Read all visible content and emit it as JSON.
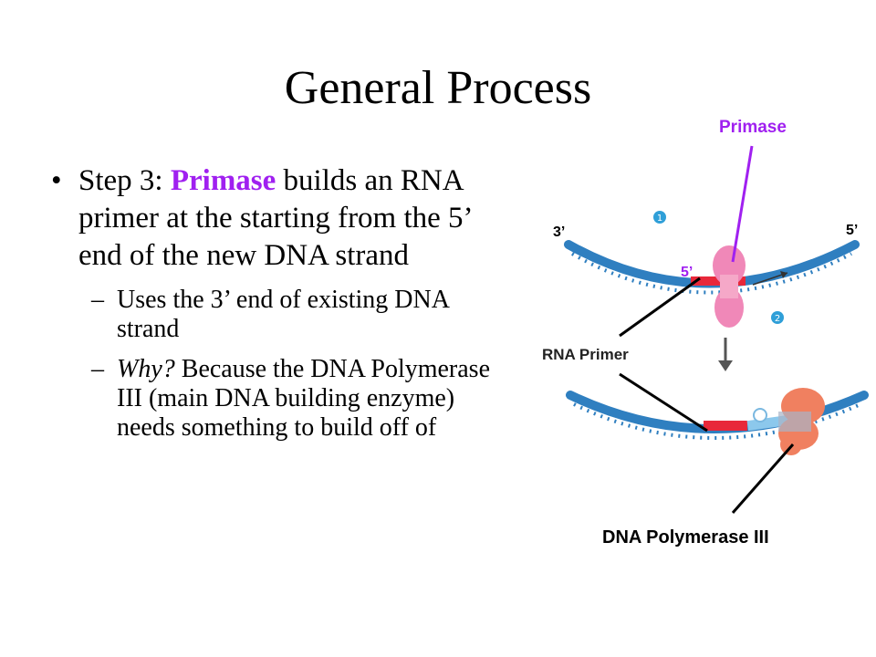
{
  "title": "General Process",
  "bullet": {
    "prefix": "Step 3:  ",
    "highlight": "Primase",
    "rest": " builds an RNA primer at the starting from the 5’ end of the new DNA strand"
  },
  "sub_bullets": [
    {
      "dash": "–",
      "italic": "",
      "text": "Uses the 3’ end of existing DNA strand"
    },
    {
      "dash": "–",
      "italic": "Why?",
      "text": "  Because the DNA Polymerase III (main DNA building enzyme) needs something to build off of"
    }
  ],
  "diagram": {
    "labels": {
      "primase": "Primase",
      "three_prime": "3’",
      "five_prime_right": "5’",
      "five_prime_primer": "5’",
      "rna_primer": "RNA Primer",
      "dna_pol": "DNA Polymerase III"
    },
    "step_markers": [
      "1",
      "2"
    ],
    "colors": {
      "accent": "#a020f0",
      "strand": "#2f7fc0",
      "primer": "#e8283a",
      "primase": "#f088b8",
      "polymerase": "#f08060",
      "new_dna": "#8cc8ec"
    }
  }
}
